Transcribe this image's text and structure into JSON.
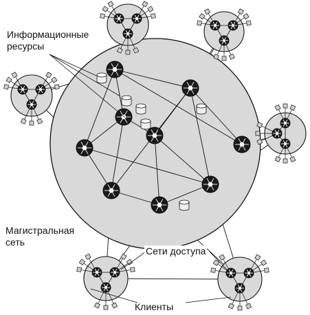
{
  "labels": {
    "info_resources": [
      "Информационные",
      "ресурсы"
    ],
    "backbone": [
      "Магистральная",
      "сеть"
    ],
    "access_networks": "Сети доступа",
    "clients": "Клиенты"
  },
  "colors": {
    "backbone_fill": "#d9d9d9",
    "access_fill": "#d9d9d9",
    "stroke": "#111111",
    "router": "#1a1a1a",
    "client": "#d0d0d0",
    "server": "#eeeeee"
  }
}
